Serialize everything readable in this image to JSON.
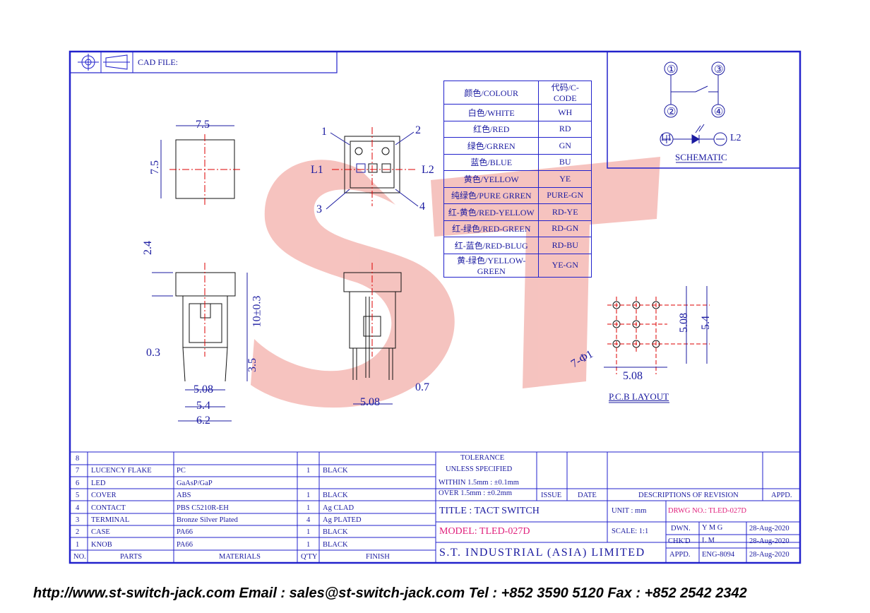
{
  "header": {
    "cad_file": "CAD FILE:"
  },
  "colour_table": {
    "headers": [
      "颜色/COLOUR",
      "代码/C-CODE"
    ],
    "rows": [
      [
        "白色/WHITE",
        "WH"
      ],
      [
        "红色/RED",
        "RD"
      ],
      [
        "绿色/GRREN",
        "GN"
      ],
      [
        "蓝色/BLUE",
        "BU"
      ],
      [
        "黄色/YELLOW",
        "YE"
      ],
      [
        "纯绿色/PURE GRREN",
        "PURE-GN"
      ],
      [
        "红-黄色/RED-YELLOW",
        "RD-YE"
      ],
      [
        "红-绿色/RED-GREEN",
        "RD-GN"
      ],
      [
        "红-蓝色/RED-BLUG",
        "RD-BU"
      ],
      [
        "黄-绿色/YELLOW-GREEN",
        "YE-GN"
      ]
    ]
  },
  "schematic": {
    "title": "SCHEMATIC",
    "l1": "L1",
    "l2": "L2",
    "pins": [
      "①",
      "②",
      "③",
      "④"
    ]
  },
  "bottom_view": {
    "pins": [
      "1",
      "2",
      "3",
      "4"
    ],
    "l1": "L1",
    "l2": "L2"
  },
  "dims": {
    "top_width": "7.5",
    "top_height": "7.5",
    "cap_height": "2.4",
    "body_height": "10±0.3",
    "pin_length": "3.5",
    "pin_thickness": "0.3",
    "side_pitch": "5.08",
    "side_width": "5.4",
    "overall_width": "6.2",
    "section_pitch": "5.08",
    "pin_width": "0.7"
  },
  "pcb": {
    "title": "P.C.B LAYOUT",
    "pitch_v": "5.08",
    "span": "5.4",
    "holes": "7-Φ1",
    "pitch_h": "5.08"
  },
  "bom": {
    "rows": [
      [
        "8",
        "",
        "",
        "",
        ""
      ],
      [
        "7",
        "LUCENCY FLAKE",
        "PC",
        "1",
        "BLACK"
      ],
      [
        "6",
        "LED",
        "GaAsP/GaP",
        "",
        ""
      ],
      [
        "5",
        "COVER",
        "ABS",
        "1",
        "BLACK"
      ],
      [
        "4",
        "CONTACT",
        "PBS C5210R-EH",
        "1",
        "Ag CLAD"
      ],
      [
        "3",
        "TERMINAL",
        "Bronze Silver Plated",
        "4",
        "Ag PLATED"
      ],
      [
        "2",
        "CASE",
        "PA66",
        "1",
        "BLACK"
      ],
      [
        "1",
        "KNOB",
        "PA66",
        "1",
        "BLACK"
      ],
      [
        "NO.",
        "PARTS",
        "MATERIALS",
        "Q'TY",
        "FINISH"
      ]
    ]
  },
  "title_block": {
    "tolerance": {
      "title": "TOLERANCE",
      "unless": "UNLESS   SPECIFIED",
      "within": "WITHIN  1.5mm : ±0.1mm",
      "over": "OVER    1.5mm : ±0.2mm"
    },
    "issue": "ISSUE",
    "date": "DATE",
    "revisions": "DESCRIPTIONS OF REVISION",
    "appd": "APPD.",
    "title": "TITLE : TACT SWITCH",
    "unit": "UNIT :   mm",
    "drwg_no": "DRWG NO.: TLED-027D",
    "model": "MODEL: TLED-027D",
    "scale": "SCALE:   1:1",
    "signoff": [
      {
        "role": "DWN.",
        "name": "Y M G",
        "date": "28-Aug-2020"
      },
      {
        "role": "CHK'D",
        "name": "L M",
        "date": "28-Aug-2020"
      },
      {
        "role": "APPD.",
        "name": "ENG-8094",
        "date": "28-Aug-2020"
      }
    ],
    "company": "S.T. INDUSTRIAL (ASIA) LIMITED"
  },
  "footer": "http://www.st-switch-jack.com  Email : sales@st-switch-jack.com  Tel : +852 3590 5120  Fax : +852 2542 2342"
}
